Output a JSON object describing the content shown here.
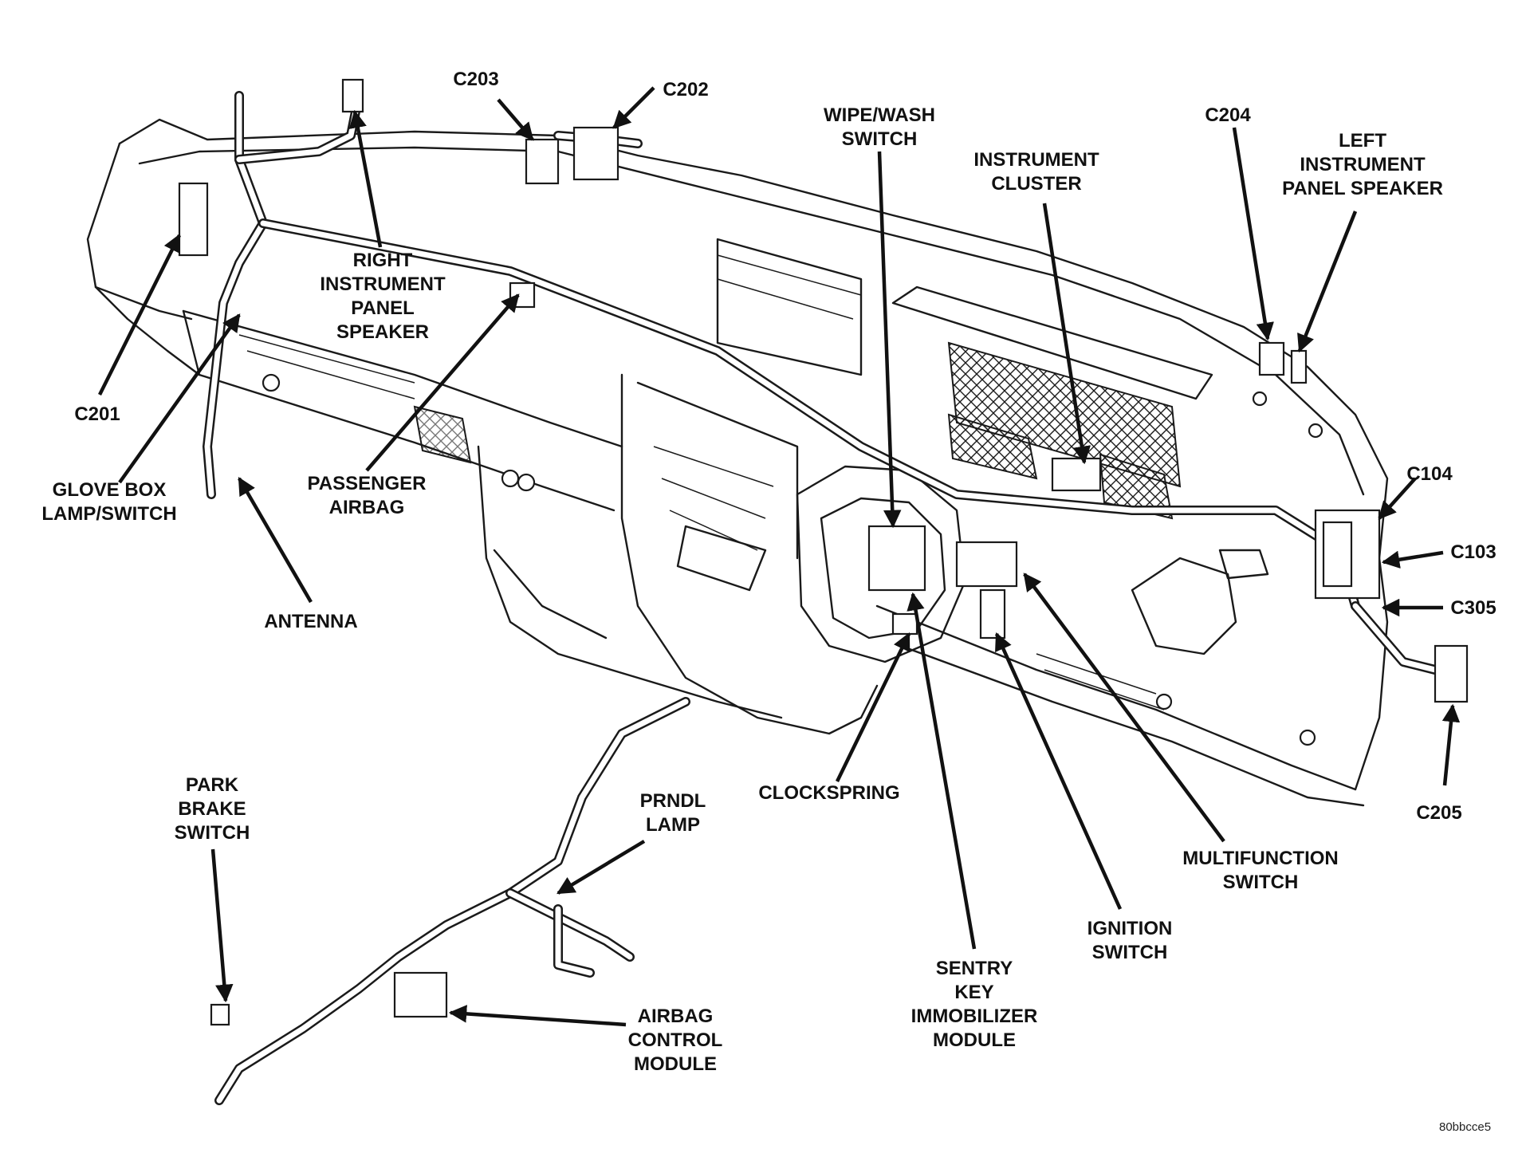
{
  "labels": {
    "c203": "C203",
    "c202": "C202",
    "wipe_wash": [
      "WIPE/WASH",
      "SWITCH"
    ],
    "instrument_cluster": [
      "INSTRUMENT",
      "CLUSTER"
    ],
    "c204": "C204",
    "left_speaker": [
      "LEFT",
      "INSTRUMENT",
      "PANEL SPEAKER"
    ],
    "right_speaker": [
      "RIGHT",
      "INSTRUMENT",
      "PANEL",
      "SPEAKER"
    ],
    "c201": "C201",
    "glove_box": [
      "GLOVE BOX",
      "LAMP/SWITCH"
    ],
    "passenger_airbag": [
      "PASSENGER",
      "AIRBAG"
    ],
    "antenna": "ANTENNA",
    "c104": "C104",
    "c103": "C103",
    "c305": "C305",
    "c205": "C205",
    "clockspring": "CLOCKSPRING",
    "multifunction": [
      "MULTIFUNCTION",
      "SWITCH"
    ],
    "ignition": [
      "IGNITION",
      "SWITCH"
    ],
    "sentry_key": [
      "SENTRY",
      "KEY",
      "IMMOBILIZER",
      "MODULE"
    ],
    "park_brake": [
      "PARK",
      "BRAKE",
      "SWITCH"
    ],
    "prndl": [
      "PRNDL",
      "LAMP"
    ],
    "airbag_control": [
      "AIRBAG",
      "CONTROL",
      "MODULE"
    ]
  },
  "figure_code": "80bbcce5"
}
